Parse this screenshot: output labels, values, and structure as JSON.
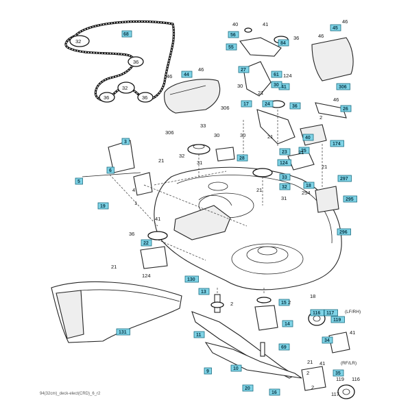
{
  "footer_code": "94(32cm)_deck-elect(CRD)_6_r2",
  "variant_tags": {
    "upper_right": "(LF/RH)",
    "lower_right": "(RF/LR)"
  },
  "belt_labels": {
    "belt": "68",
    "pulley_a": "32",
    "pulley_b": "36",
    "pulley_c": "32",
    "pulley_d": "36",
    "pulley_e": "36"
  },
  "boxed_labels": [
    {
      "id": "b56",
      "text": "56"
    },
    {
      "id": "b55",
      "text": "55"
    },
    {
      "id": "b84",
      "text": "84"
    },
    {
      "id": "b45",
      "text": "45"
    },
    {
      "id": "b44",
      "text": "44"
    },
    {
      "id": "b27",
      "text": "27"
    },
    {
      "id": "b61",
      "text": "61"
    },
    {
      "id": "b41a",
      "text": "41"
    },
    {
      "id": "b30a",
      "text": "30"
    },
    {
      "id": "b17",
      "text": "17"
    },
    {
      "id": "b24",
      "text": "24"
    },
    {
      "id": "b36a",
      "text": "36"
    },
    {
      "id": "b306",
      "text": "306"
    },
    {
      "id": "b26",
      "text": "26"
    },
    {
      "id": "b40",
      "text": "40"
    },
    {
      "id": "b174",
      "text": "174"
    },
    {
      "id": "b3",
      "text": "3"
    },
    {
      "id": "b6",
      "text": "6"
    },
    {
      "id": "b5",
      "text": "5"
    },
    {
      "id": "b19",
      "text": "19"
    },
    {
      "id": "b28",
      "text": "28"
    },
    {
      "id": "b23",
      "text": "23"
    },
    {
      "id": "b124",
      "text": "124"
    },
    {
      "id": "b25",
      "text": "25"
    },
    {
      "id": "b33",
      "text": "33"
    },
    {
      "id": "b32",
      "text": "32"
    },
    {
      "id": "b18",
      "text": "18"
    },
    {
      "id": "b297",
      "text": "297"
    },
    {
      "id": "b295",
      "text": "295"
    },
    {
      "id": "b296",
      "text": "296"
    },
    {
      "id": "b22",
      "text": "22"
    },
    {
      "id": "b130",
      "text": "130"
    },
    {
      "id": "b13",
      "text": "13"
    },
    {
      "id": "b15",
      "text": "15"
    },
    {
      "id": "b14",
      "text": "14"
    },
    {
      "id": "b116a",
      "text": "116"
    },
    {
      "id": "b117",
      "text": "117"
    },
    {
      "id": "b119",
      "text": "119"
    },
    {
      "id": "b34",
      "text": "34"
    },
    {
      "id": "b131",
      "text": "131"
    },
    {
      "id": "b11",
      "text": "11"
    },
    {
      "id": "b69",
      "text": "69"
    },
    {
      "id": "b9",
      "text": "9"
    },
    {
      "id": "b10",
      "text": "10"
    },
    {
      "id": "b20",
      "text": "20"
    },
    {
      "id": "b16",
      "text": "16"
    },
    {
      "id": "b35",
      "text": "35"
    }
  ],
  "plain_labels": [
    {
      "id": "p40",
      "text": "40"
    },
    {
      "id": "p41a",
      "text": "41"
    },
    {
      "id": "p46a",
      "text": "46"
    },
    {
      "id": "p36a",
      "text": "36"
    },
    {
      "id": "p46b",
      "text": "46"
    },
    {
      "id": "p46c",
      "text": "46"
    },
    {
      "id": "p46d",
      "text": "46"
    },
    {
      "id": "p124a",
      "text": "124"
    },
    {
      "id": "p21a",
      "text": "21"
    },
    {
      "id": "p30a",
      "text": "30"
    },
    {
      "id": "p306a",
      "text": "306"
    },
    {
      "id": "p306b",
      "text": "306"
    },
    {
      "id": "p2a",
      "text": "2"
    },
    {
      "id": "p46e",
      "text": "46"
    },
    {
      "id": "p33",
      "text": "33"
    },
    {
      "id": "p30b",
      "text": "30"
    },
    {
      "id": "p30c",
      "text": "30"
    },
    {
      "id": "p32",
      "text": "32"
    },
    {
      "id": "p31a",
      "text": "31"
    },
    {
      "id": "p21b",
      "text": "21"
    },
    {
      "id": "p21c",
      "text": "21"
    },
    {
      "id": "p4",
      "text": "4"
    },
    {
      "id": "p21d",
      "text": "21"
    },
    {
      "id": "p21e",
      "text": "21"
    },
    {
      "id": "p21f",
      "text": "21"
    },
    {
      "id": "p254",
      "text": "254"
    },
    {
      "id": "p31b",
      "text": "31"
    },
    {
      "id": "p1",
      "text": "1"
    },
    {
      "id": "p41b",
      "text": "41"
    },
    {
      "id": "p36b",
      "text": "36"
    },
    {
      "id": "p21g",
      "text": "21"
    },
    {
      "id": "p124b",
      "text": "124"
    },
    {
      "id": "p2b",
      "text": "2"
    },
    {
      "id": "p2c",
      "text": "2"
    },
    {
      "id": "p18",
      "text": "18"
    },
    {
      "id": "p41c",
      "text": "41"
    },
    {
      "id": "p21h",
      "text": "21"
    },
    {
      "id": "p41d",
      "text": "41"
    },
    {
      "id": "p2d",
      "text": "2"
    },
    {
      "id": "p119",
      "text": "119"
    },
    {
      "id": "p116",
      "text": "116"
    },
    {
      "id": "p117",
      "text": "117"
    },
    {
      "id": "p2e",
      "text": "2"
    }
  ]
}
